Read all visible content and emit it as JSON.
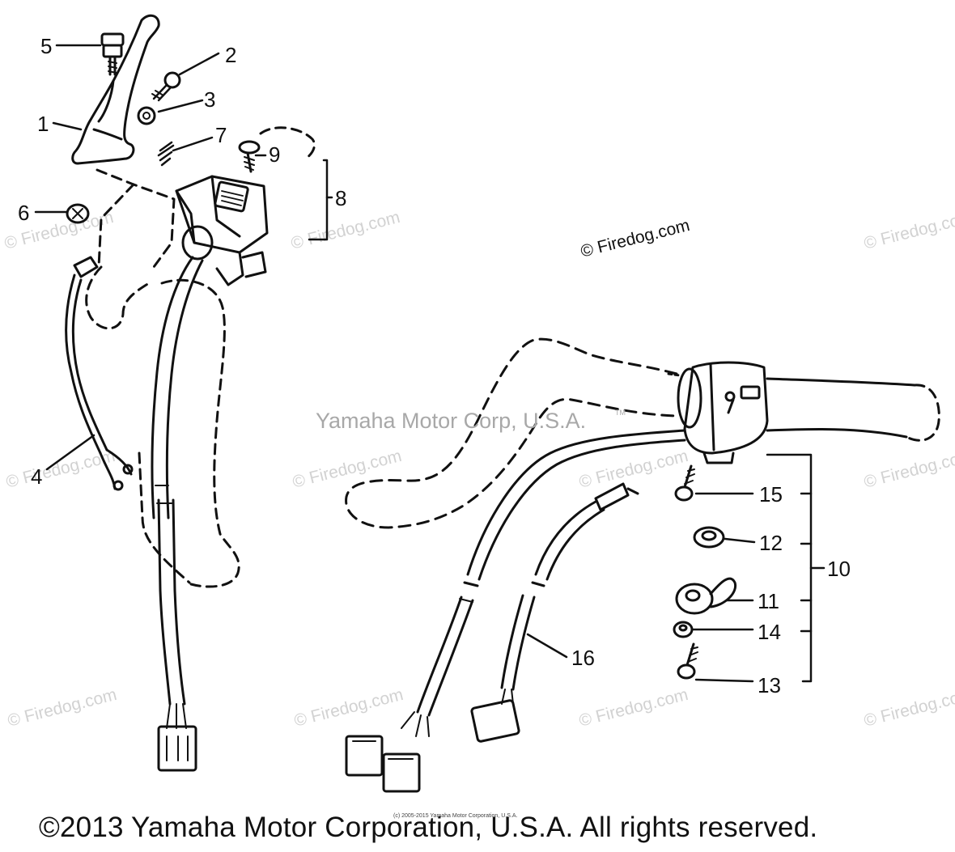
{
  "watermarks": {
    "firedog_main": "© Firedog.com",
    "firedog_faint": "© Firedog.com",
    "center": "Yamaha Motor Corp, U.S.A.",
    "center_tm": "TM"
  },
  "callouts": {
    "c1": "1",
    "c2": "2",
    "c3": "3",
    "c4": "4",
    "c5": "5",
    "c6": "6",
    "c7": "7",
    "c8": "8",
    "c9": "9",
    "c10": "10",
    "c11": "11",
    "c12": "12",
    "c13": "13",
    "c14": "14",
    "c15": "15",
    "c16": "16"
  },
  "footer": {
    "copyright": "©2013 Yamaha Motor Corporation, U.S.A. All rights reserved.",
    "small_notice": "(c) 2005-2015 Yamaha Motor Corporation, U.S.A."
  }
}
